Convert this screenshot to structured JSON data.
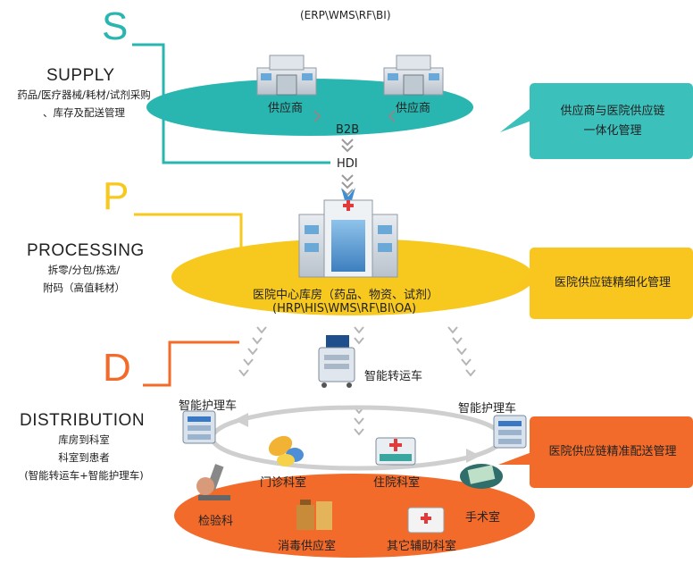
{
  "supply": {
    "letter": "S",
    "title": "SUPPLY",
    "desc_line1": "药品/医疗器械/耗材/试剂采购",
    "desc_line2": "、库存及配送管理",
    "system": "(ERP\\WMS\\RF\\BI)",
    "supplier_a": "供应商",
    "supplier_b": "供应商",
    "b2b": "B2B",
    "hdi": "HDI",
    "callout_line1": "供应商与医院供应链",
    "callout_line2": "一体化管理"
  },
  "processing": {
    "letter": "P",
    "title": "PROCESSING",
    "desc_line1": "拆零/分包/拣选/",
    "desc_line2": "附码（高值耗材）",
    "warehouse": "医院中心库房（药品、物资、试剂）",
    "system": "(HRP\\HIS\\WMS\\RF\\BI\\OA)",
    "callout": "医院供应链精细化管理"
  },
  "distribution": {
    "letter": "D",
    "title": "DISTRIBUTION",
    "desc_line1": "库房到科室",
    "desc_line2": "科室到患者",
    "desc_line3": "(智能转运车+智能护理车)",
    "transfer_cart": "智能转运车",
    "nursing_cart_left": "智能护理车",
    "nursing_cart_right": "智能护理车",
    "outpatient": "门诊科室",
    "inpatient": "住院科室",
    "lab": "检验科",
    "surgery": "手术室",
    "sterilization": "消毒供应室",
    "other": "其它辅助科室",
    "callout": "医院供应链精准配送管理"
  },
  "colors": {
    "supply": "#2ab6b0",
    "processing": "#f7c81e",
    "distribution": "#f26b2a",
    "supply_callout": "#3cc0bb",
    "processing_callout": "#f9c51f",
    "distribution_callout": "#f26b2a",
    "arrow_gray": "#b5b5b5"
  }
}
